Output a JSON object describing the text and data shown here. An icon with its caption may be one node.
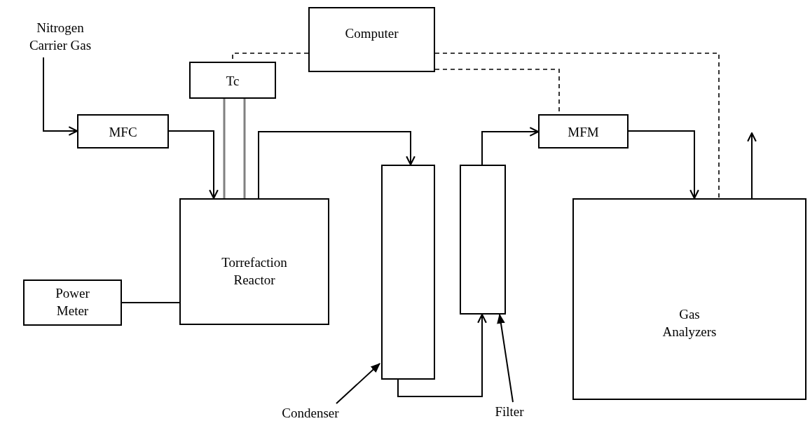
{
  "diagram": {
    "nodes": [
      {
        "text": [
          "Nitrogen Carrier Gas"
        ]
      },
      {
        "text": [
          "MFC"
        ]
      },
      {
        "text": [
          "Tc"
        ]
      },
      {
        "text": [
          "Computer"
        ]
      },
      {
        "text": [
          "Torrefaction Reactor"
        ]
      },
      {
        "text": [
          "Power Meter"
        ]
      },
      {
        "text": [],
        "shape": "box"
      },
      {
        "text": [],
        "shape": "box"
      },
      {
        "text": [
          "MFM"
        ]
      },
      {
        "text": [
          "Gas Analyzers"
        ]
      },
      {
        "text": [
          "Condenser"
        ]
      },
      {
        "text": [
          "Filter"
        ]
      }
    ],
    "edges": [
      {
        "from": 0,
        "to": 1,
        "arrow": "to"
      },
      {
        "from": 1,
        "to": 4,
        "arrow": "to"
      },
      {
        "from": 2,
        "to": 4,
        "arrow": "none",
        "color": "#808080"
      },
      {
        "from": 2,
        "to": 4,
        "arrow": "none",
        "color": "#808080"
      },
      {
        "from": 4,
        "to": 6,
        "arrow": "to"
      },
      {
        "from": 6,
        "to": 7,
        "arrow": "to"
      },
      {
        "from": 7,
        "to": 8,
        "arrow": "to"
      },
      {
        "from": 8,
        "to": 9,
        "arrow": "to"
      },
      {
        "from": 3,
        "to": 2,
        "arrow": "none",
        "style": "dashed"
      },
      {
        "from": 3,
        "to": 8,
        "arrow": "none",
        "style": "dashed"
      },
      {
        "from": 3,
        "to": 9,
        "arrow": "none",
        "style": "dashed"
      },
      {
        "from": 9,
        "to": null,
        "arrow": "to"
      },
      {
        "from": 5,
        "to": 4,
        "arrow": "none"
      },
      {
        "from": 10,
        "to": 6,
        "arrow": "to"
      },
      {
        "from": 11,
        "to": 7,
        "arrow": "to"
      }
    ]
  }
}
